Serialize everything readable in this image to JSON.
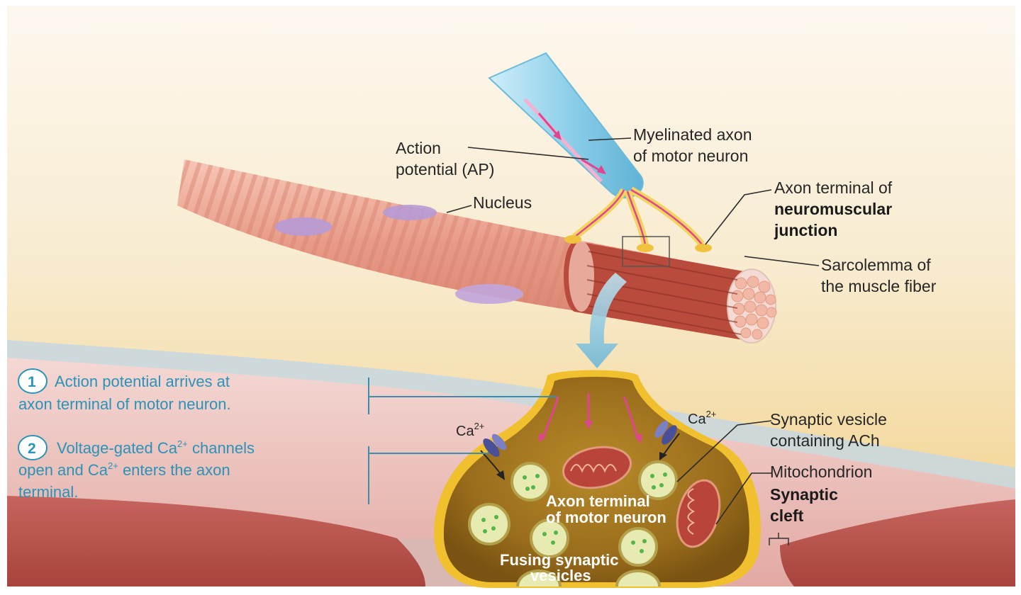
{
  "labels": {
    "action_potential_1": "Action",
    "action_potential_2": "potential (AP)",
    "myelinated_1": "Myelinated axon",
    "myelinated_2": "of motor neuron",
    "nucleus": "Nucleus",
    "axon_terminal_1": "Axon terminal of",
    "axon_terminal_2": "neuromuscular",
    "axon_terminal_3": "junction",
    "sarcolemma_1": "Sarcolemma of",
    "sarcolemma_2": "the muscle fiber",
    "ca_left": "Ca",
    "ca_right": "Ca",
    "ca_sup": "2+",
    "synaptic_vesicle_1": "Synaptic vesicle",
    "synaptic_vesicle_2": "containing ACh",
    "mitochondrion": "Mitochondrion",
    "synaptic_cleft_1": "Synaptic",
    "synaptic_cleft_2": "cleft",
    "axon_terminal_inner_1": "Axon terminal",
    "axon_terminal_inner_2": "of motor neuron",
    "fusing_1": "Fusing synaptic",
    "fusing_2": "vesicles"
  },
  "steps": [
    {
      "number": "1",
      "line1": "Action potential arrives at",
      "line2": "axon terminal of motor neuron."
    },
    {
      "number": "2",
      "line1_a": "Voltage-gated Ca",
      "line1_sup": "2+",
      "line1_b": " channels",
      "line2_a": "open and Ca",
      "line2_sup": "2+",
      "line2_b": " enters the axon",
      "line3": "terminal."
    }
  ],
  "colors": {
    "step_text": "#2a93b8",
    "background_top": "#fbf3e4",
    "background_mid": "#f4d9a0",
    "muscle": "#e9a08e",
    "axon": "#8fd0ea",
    "terminal": "#c79b22",
    "vesicle": "#e7eab1",
    "mitochondrion": "#b8443a"
  }
}
